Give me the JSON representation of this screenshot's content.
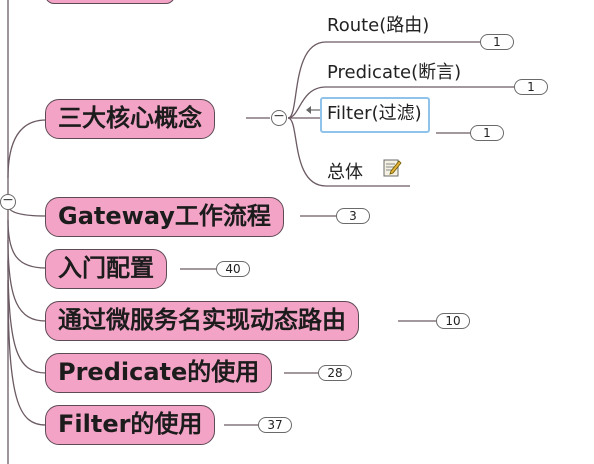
{
  "central": {
    "collapse_symbol": "−"
  },
  "main_topics": [
    {
      "label": "三大核心概念",
      "collapse_symbol": "−"
    },
    {
      "label": "Gateway工作流程",
      "count": "3"
    },
    {
      "label": "入门配置",
      "count": "40"
    },
    {
      "label": "通过微服务名实现动态路由",
      "count": "10"
    },
    {
      "label": "Predicate的使用",
      "count": "28"
    },
    {
      "label": "Filter的使用",
      "count": "37"
    }
  ],
  "core_concepts": [
    {
      "label": "Route(路由)",
      "count": "1"
    },
    {
      "label": "Predicate(断言)",
      "count": "1"
    },
    {
      "label": "Filter(过滤)",
      "count": "1"
    },
    {
      "label": "总体",
      "icon": "note-icon"
    }
  ],
  "colors": {
    "topic_fill": "#f3a3c6",
    "topic_border": "#5e4a55",
    "line": "#6b5a63",
    "selection": "#8fc3ec"
  }
}
